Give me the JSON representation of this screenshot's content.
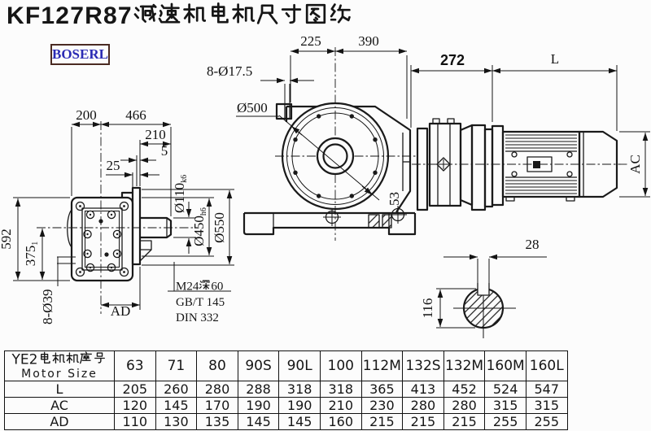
{
  "title": "KF127R87减速机电机尺寸图纸",
  "brand": {
    "name": "BOSERL"
  },
  "front_view": {
    "dim_200": "200",
    "dim_466": "466",
    "dim_210": "210",
    "dim_5": "5",
    "dim_25": "25",
    "dim_592": "592",
    "dim_375": "375",
    "dim_375_sub": "1",
    "bolt_note": "8-Ø39",
    "dim_ad": "AD",
    "shaft_dia": "Ø110",
    "shaft_tol": "k6",
    "flange_dia": "Ø450",
    "flange_tol": "h6",
    "flange_od": "Ø550",
    "tap_note": "M24深60",
    "std_1": "GB/T 145",
    "std_2": "DIN 332"
  },
  "input_view": {
    "bolt_note": "8-Ø17.5",
    "dim_225": "225",
    "dim_390": "390",
    "dia_500": "Ø500",
    "dim_53": "53"
  },
  "side_view": {
    "dim_272": "272",
    "dim_l": "L",
    "dim_ac": "AC"
  },
  "shaft_section": {
    "key_width": "28",
    "shaft_height": "116"
  },
  "table": {
    "header_line1": "YE2电机机座号",
    "header_line2": "Motor Size",
    "columns": [
      "63",
      "71",
      "80",
      "90S",
      "90L",
      "100",
      "112M",
      "132S",
      "132M",
      "160M",
      "160L"
    ],
    "rows": [
      {
        "label": "L",
        "values": [
          "205",
          "260",
          "280",
          "288",
          "318",
          "318",
          "365",
          "413",
          "452",
          "524",
          "547"
        ]
      },
      {
        "label": "AC",
        "values": [
          "120",
          "145",
          "170",
          "190",
          "190",
          "210",
          "230",
          "280",
          "280",
          "315",
          "315"
        ]
      },
      {
        "label": "AD",
        "values": [
          "110",
          "130",
          "135",
          "145",
          "145",
          "160",
          "215",
          "215",
          "215",
          "255",
          "255"
        ]
      }
    ]
  }
}
